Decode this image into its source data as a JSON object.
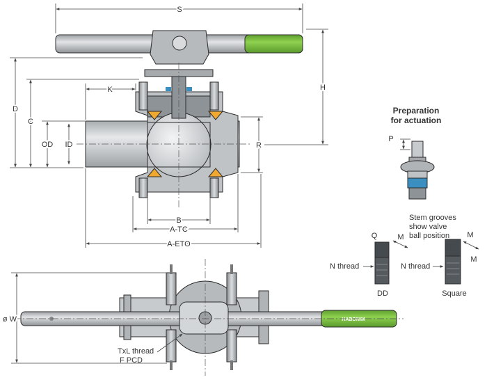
{
  "labels": {
    "S": "S",
    "H": "H",
    "D": "D",
    "C": "C",
    "K": "K",
    "OD": "OD",
    "ID": "ID",
    "R": "R",
    "B": "B",
    "A_TC": "A-TC",
    "A_ETO": "A-ETO",
    "W": "ø W",
    "thread_line1": "TxL thread",
    "thread_line2": "F PCD"
  },
  "actuation": {
    "title_line1": "Preparation",
    "title_line2": "for actuation",
    "P": "P"
  },
  "stem": {
    "note_line1": "Stem grooves",
    "note_line2": "show valve",
    "note_line3": "ball position",
    "Q": "Q",
    "M": "M",
    "n_thread": "N thread",
    "dd": "DD",
    "square": "Square"
  },
  "brand": {
    "handle_logo": "HABONIM"
  },
  "colors": {
    "handle_grip": "#7cc242",
    "seat": "#f0a830",
    "stem_seal": "#3a8fc0",
    "body": "#bfc3c6",
    "body_dark": "#8e9397"
  }
}
